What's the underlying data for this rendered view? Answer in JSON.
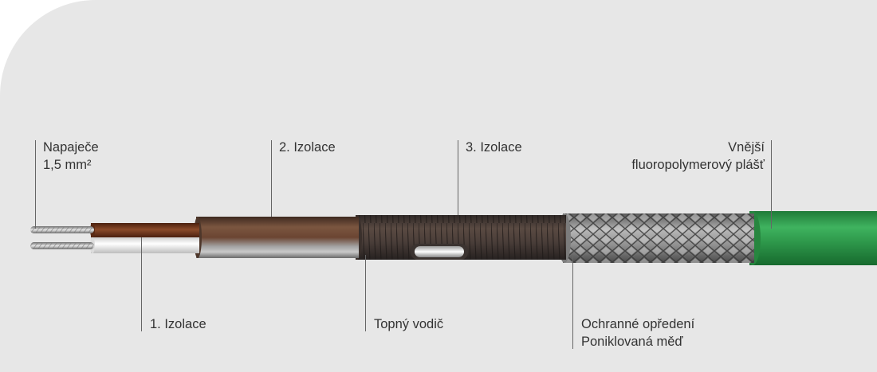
{
  "labels": {
    "napajece_line1": "Napaječe",
    "napajece_line2": "1,5 mm²",
    "izolace2": "2. Izolace",
    "izolace3": "3. Izolace",
    "vnejsi_line1": "Vnější",
    "vnejsi_line2": "fluoropolymerový plášť",
    "izolace1": "1. Izolace",
    "topny_vodic": "Topný vodič",
    "ochranne_line1": "Ochranné opředení",
    "ochranne_line2": "Poniklovaná měď"
  },
  "colors": {
    "background": "#e7e7e7",
    "outer_jacket": "#2f9a4c",
    "inner_jacket": "#6b4532",
    "insulation_brown": "#7a3a1f",
    "insulation_white": "#f4f4f4",
    "braid": "#9a9a9a",
    "leader_line": "#666666"
  }
}
